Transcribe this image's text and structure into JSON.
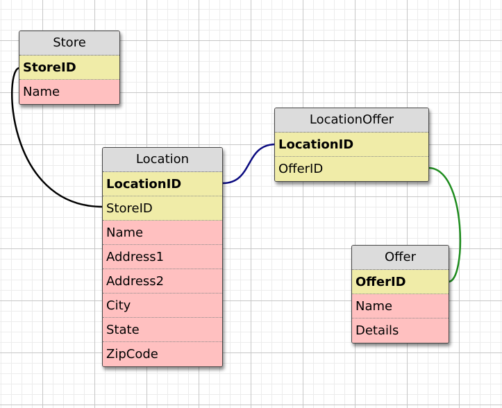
{
  "tables": [
    {
      "name": "Store",
      "fields": [
        {
          "name": "StoreID",
          "kind": "pk"
        },
        {
          "name": "Name",
          "kind": "plain"
        }
      ]
    },
    {
      "name": "LocationOffer",
      "fields": [
        {
          "name": "LocationID",
          "kind": "pk"
        },
        {
          "name": "OfferID",
          "kind": "fk"
        }
      ]
    },
    {
      "name": "Location",
      "fields": [
        {
          "name": "LocationID",
          "kind": "pk"
        },
        {
          "name": "StoreID",
          "kind": "fk"
        },
        {
          "name": "Name",
          "kind": "plain"
        },
        {
          "name": "Address1",
          "kind": "plain"
        },
        {
          "name": "Address2",
          "kind": "plain"
        },
        {
          "name": "City",
          "kind": "plain"
        },
        {
          "name": "State",
          "kind": "plain"
        },
        {
          "name": "ZipCode",
          "kind": "plain"
        }
      ]
    },
    {
      "name": "Offer",
      "fields": [
        {
          "name": "OfferID",
          "kind": "pk"
        },
        {
          "name": "Name",
          "kind": "plain"
        },
        {
          "name": "Details",
          "kind": "plain"
        }
      ]
    }
  ],
  "links": [
    {
      "from": "Store.StoreID",
      "to": "Location.StoreID",
      "color": "#000000"
    },
    {
      "from": "Location.LocationID",
      "to": "LocationOffer.LocationID",
      "color": "#0a0a80"
    },
    {
      "from": "LocationOffer.OfferID",
      "to": "Offer.OfferID",
      "color": "#1e8c1e"
    }
  ],
  "colors": {
    "header": "#dcdcdc",
    "key_field": "#f0eca8",
    "plain_field": "#ffc0c0"
  }
}
